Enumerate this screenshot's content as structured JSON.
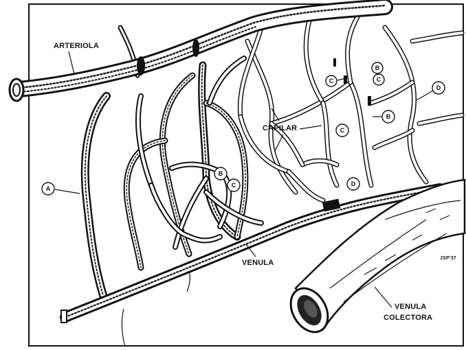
{
  "labels": {
    "arteriola": "ARTERIOLA",
    "capilar": "CAPILAR",
    "venula": "VENULA",
    "venula_colectora_line1": "VENULA",
    "venula_colectora_line2": "COLECTORA",
    "signature": "JSP'37"
  },
  "markers": [
    {
      "id": "a",
      "letter": "A"
    },
    {
      "id": "b1",
      "letter": "B"
    },
    {
      "id": "c1",
      "letter": "C"
    },
    {
      "id": "c2",
      "letter": "C"
    },
    {
      "id": "d1",
      "letter": "D"
    },
    {
      "id": "b2",
      "letter": "B"
    },
    {
      "id": "c3",
      "letter": "C"
    },
    {
      "id": "b3",
      "letter": "B"
    },
    {
      "id": "c4",
      "letter": "C"
    },
    {
      "id": "d2",
      "letter": "D"
    }
  ],
  "colors": {
    "ink": "#111111",
    "paper": "#ffffff"
  }
}
